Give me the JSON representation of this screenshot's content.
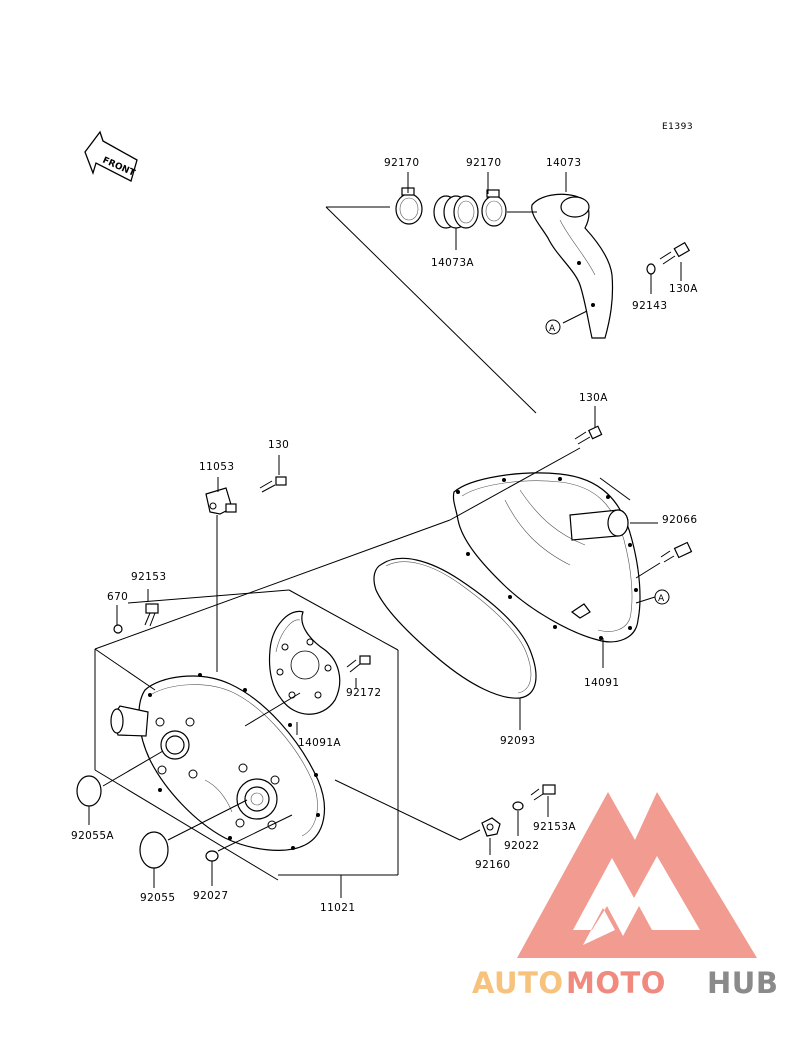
{
  "diagram": {
    "code": "E1393",
    "front_label": "FRONT",
    "ref_marker": "A",
    "parts": {
      "p92170a": "92170",
      "p92170b": "92170",
      "p14073": "14073",
      "p14073A": "14073A",
      "p130A_top": "130A",
      "p92143": "92143",
      "p130A_mid": "130A",
      "p130": "130",
      "p11053": "11053",
      "p92066": "92066",
      "p92153": "92153",
      "p670": "670",
      "p14091": "14091",
      "p92172": "92172",
      "p14091A": "14091A",
      "p92093": "92093",
      "p92055A": "92055A",
      "p92055": "92055",
      "p92027": "92027",
      "p11021": "11021",
      "p92022": "92022",
      "p92153A": "92153A",
      "p92160": "92160"
    }
  },
  "watermark": {
    "part1": "AUTO",
    "part2": "MOTO",
    "part3": "HUB",
    "color1": "#f6c27c",
    "color2": "#f08a7e",
    "color3": "#8a8a8a",
    "logo_color": "#f08a7e"
  }
}
